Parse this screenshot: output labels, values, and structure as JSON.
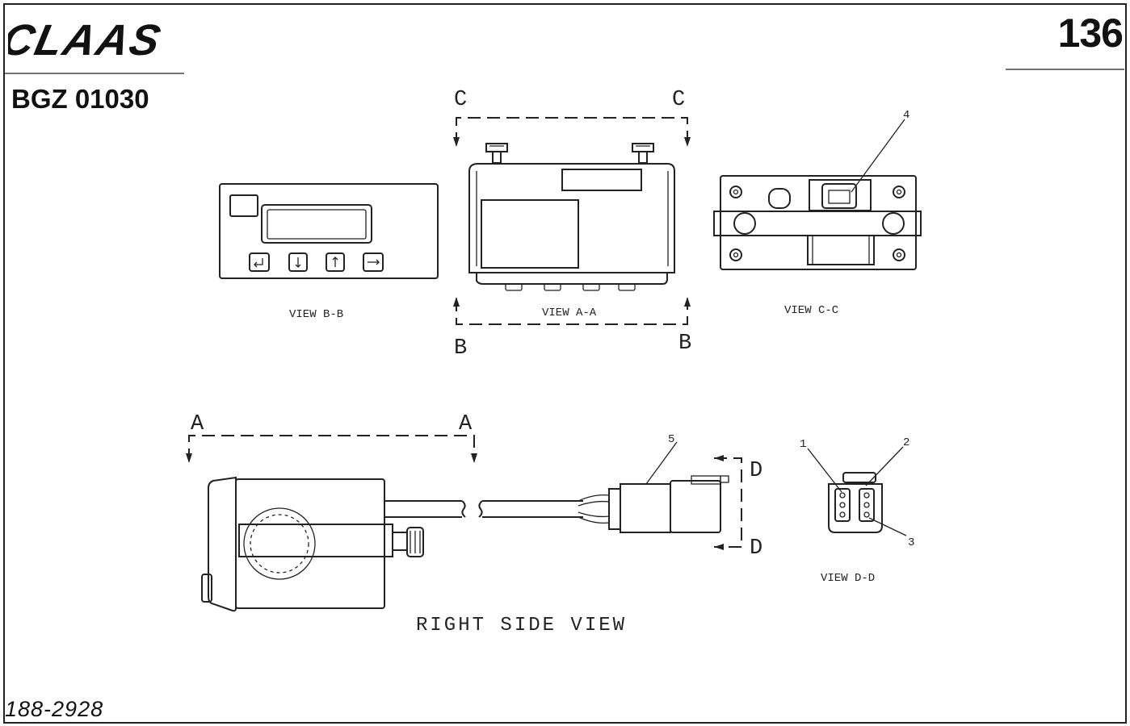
{
  "header": {
    "brand": "CLAAS",
    "page_number": "136",
    "part_number": "BGZ 01030"
  },
  "footer": {
    "document_number": "188-2928"
  },
  "views": {
    "view_bb": "VIEW B-B",
    "view_aa": "VIEW A-A",
    "view_cc": "VIEW C-C",
    "view_dd": "VIEW D-D",
    "right_side": "RIGHT SIDE VIEW"
  },
  "section_letters": {
    "c": "C",
    "b": "B",
    "a": "A",
    "d": "D"
  },
  "callouts": {
    "n1": "1",
    "n2": "2",
    "n3": "3",
    "n4": "4",
    "n5": "5"
  },
  "colors": {
    "ink": "#222222",
    "background": "#ffffff"
  }
}
